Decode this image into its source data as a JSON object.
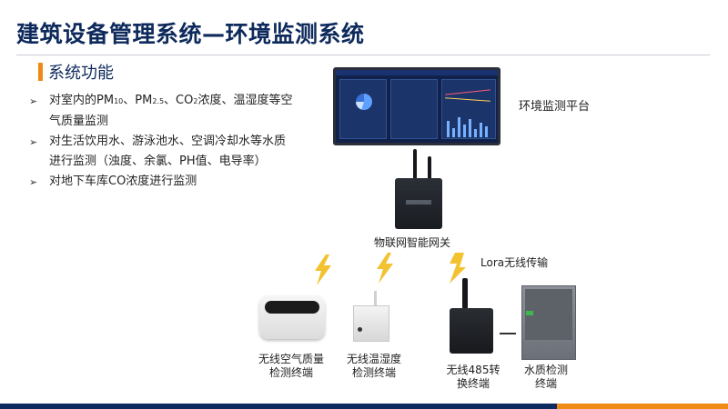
{
  "header": {
    "title": "建筑设备管理系统—环境监测系统"
  },
  "section": {
    "title": "系统功能"
  },
  "bullets": [
    {
      "text_a": "对室内的PM",
      "sub_a": "10",
      "text_b": "、PM",
      "sub_b": "2.5",
      "text_c": "、CO",
      "sub_c": "2",
      "text_d": "浓度、温湿度等空气质量监测"
    },
    {
      "text": "对生活饮用水、游泳池水、空调冷却水等水质进行监测（浊度、余氯、PH值、电导率）"
    },
    {
      "text": "对地下车库CO浓度进行监测"
    }
  ],
  "diagram": {
    "platform_label": "环境监测平台",
    "gateway_label": "物联网智能网关",
    "lora_label": "Lora无线传输",
    "devices": [
      {
        "line1": "无线空气质量",
        "line2": "检测终端"
      },
      {
        "line1": "无线温湿度",
        "line2": "检测终端"
      },
      {
        "line1": "无线485转",
        "line2": "换终端"
      },
      {
        "line1": "水质检测",
        "line2": "终端"
      }
    ]
  },
  "colors": {
    "navy": "#0d2a5e",
    "orange": "#f08a16",
    "bolt": "#f2c230"
  }
}
